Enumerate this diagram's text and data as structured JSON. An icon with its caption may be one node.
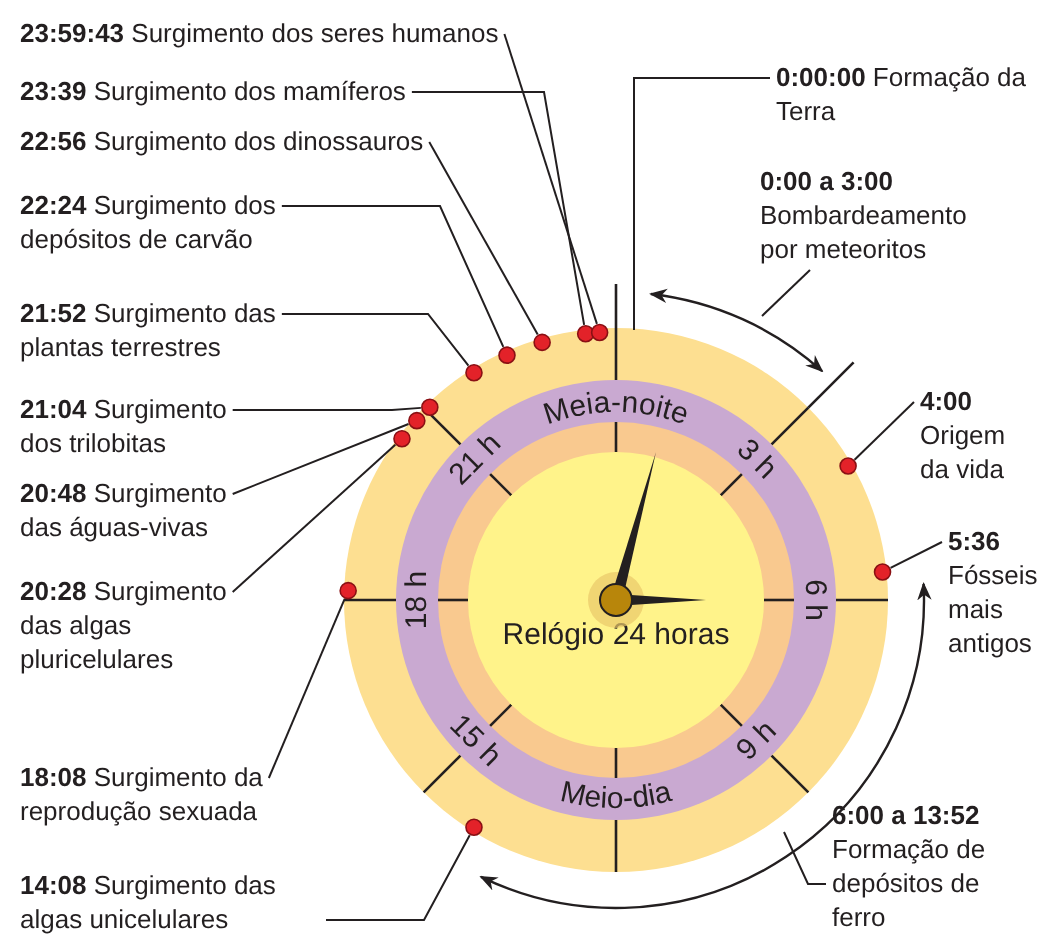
{
  "diagram": {
    "nodes": [
      {
        "text": [
          "**23:59:43** Surgimento dos seres humanos"
        ]
      },
      {
        "text": [
          "**23:39** Surgimento dos mamíferos"
        ]
      },
      {
        "text": [
          "**22:56** Surgimento dos dinossauros"
        ]
      },
      {
        "text": [
          "**22:24** Surgimento dos depósitos de carvão"
        ]
      },
      {
        "text": [
          "**21:52** Surgimento das plantas terrestres"
        ]
      },
      {
        "text": [
          "**21:04** Surgimento dos trilobitas"
        ]
      },
      {
        "text": [
          "**20:48** Surgimento das águas-vivas"
        ]
      },
      {
        "text": [
          "**20:28** Surgimento das algas pluricelulares"
        ]
      },
      {
        "text": [
          "**18:08** Surgimento da reprodução sexuada"
        ]
      },
      {
        "text": [
          "**14:08** Surgimento das algas unicelulares"
        ]
      },
      {
        "text": [
          "**0:00:00** Formação da Terra"
        ]
      },
      {
        "text": [
          "**0:00 a 3:00** Bombardeamento por meteoritos"
        ]
      },
      {
        "text": [
          "**4:00** Origem da vida"
        ]
      },
      {
        "text": [
          "**5:36** Fósseis mais antigos"
        ]
      },
      {
        "text": [
          "**6:00 a 13:52** Formação de depósitos de ferro"
        ]
      },
      {
        "text": [
          "Relógio 24 horas"
        ]
      },
      {
        "text": [],
        "shape": "circle"
      },
      {
        "text": [],
        "shape": "circle"
      },
      {
        "text": [],
        "shape": "circle"
      },
      {
        "text": [],
        "shape": "circle"
      },
      {
        "text": [],
        "shape": "circle"
      },
      {
        "text": [],
        "shape": "circle"
      },
      {
        "text": [],
        "shape": "circle"
      },
      {
        "text": [],
        "shape": "circle"
      },
      {
        "text": [],
        "shape": "circle"
      },
      {
        "text": [],
        "shape": "circle"
      },
      {
        "text": [],
        "shape": "circle"
      },
      {
        "text": [],
        "shape": "circle"
      }
    ],
    "edges": [
      {
        "from": 0,
        "to": 25,
        "arrow": "none"
      },
      {
        "from": 1,
        "to": 24,
        "arrow": "none"
      },
      {
        "from": 2,
        "to": 23,
        "arrow": "none"
      },
      {
        "from": 3,
        "to": 22,
        "arrow": "none"
      },
      {
        "from": 4,
        "to": 21,
        "arrow": "none"
      },
      {
        "from": 5,
        "to": 19,
        "arrow": "none"
      },
      {
        "from": 6,
        "to": 18,
        "arrow": "none"
      },
      {
        "from": 7,
        "to": 17,
        "arrow": "none"
      },
      {
        "from": 8,
        "to": 16,
        "arrow": "none"
      },
      {
        "from": 9,
        "to": 20,
        "arrow": "none"
      },
      {
        "from": 10,
        "to": null,
        "arrow": "none"
      },
      {
        "from": 11,
        "to": null,
        "arrow": "none"
      },
      {
        "from": 12,
        "to": 26,
        "arrow": "none"
      },
      {
        "from": 13,
        "to": 27,
        "arrow": "none"
      },
      {
        "from": 14,
        "to": null,
        "arrow": "none"
      }
    ],
    "labels": [
      "Meia-noite",
      "3 h",
      "6 h",
      "9 h",
      "Meio-dia",
      "15 h",
      "18 h",
      "21 h"
    ]
  }
}
